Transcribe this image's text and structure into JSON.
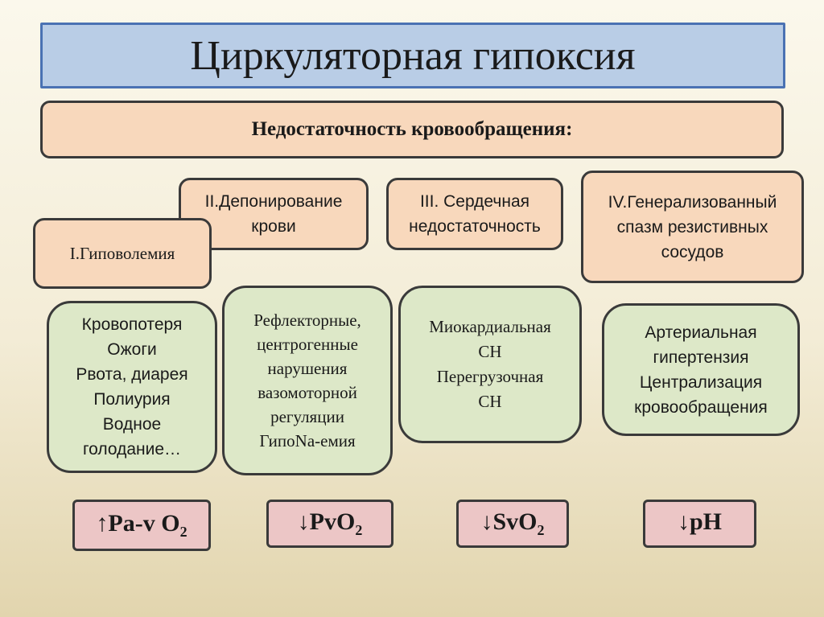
{
  "title": "Циркуляторная гипоксия",
  "subtitle": "Недостаточность кровообращения:",
  "categories": [
    {
      "label": "I.Гиповолемия"
    },
    {
      "label_lines": [
        "II.Депонирование",
        "крови"
      ]
    },
    {
      "label_lines": [
        "III. Сердечная",
        "недостаточность"
      ]
    },
    {
      "label_lines": [
        "IV.Генерализованный",
        "спазм резистивных",
        "сосудов"
      ]
    }
  ],
  "causes": [
    {
      "lines": [
        "Кровопотеря",
        "Ожоги",
        "Рвота, диарея",
        "Полиурия",
        "Водное",
        "голодание…"
      ]
    },
    {
      "lines": [
        "Рефлекторные,",
        "центрогенные",
        "нарушения",
        "вазомоторной",
        "регуляции",
        "ГипоNa-емия"
      ]
    },
    {
      "lines": [
        "Миокардиальная",
        "СН",
        "Перегрузочная",
        "СН"
      ]
    },
    {
      "lines": [
        "Артериальная",
        "гипертензия",
        "Централизация",
        "кровообращения"
      ]
    }
  ],
  "indicators": [
    {
      "text": "↑Pa-v O",
      "sub": "2"
    },
    {
      "text": "↓PvO",
      "sub": "2"
    },
    {
      "text": "↓SvO",
      "sub": "2"
    },
    {
      "text": "↓pH",
      "sub": ""
    }
  ]
}
